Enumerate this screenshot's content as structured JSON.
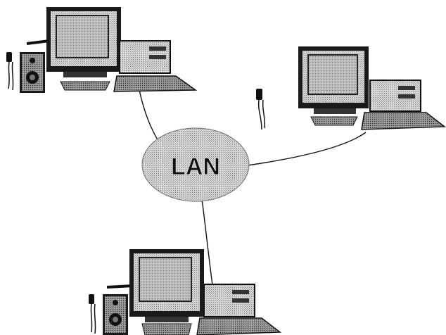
{
  "diagram": {
    "lan_label": "LAN",
    "nodes": [
      {
        "id": "workstation-top-left",
        "icon": "desktop-computer-with-speaker-and-microphone-icon"
      },
      {
        "id": "workstation-right",
        "icon": "desktop-computer-with-microphone-icon"
      },
      {
        "id": "workstation-bottom",
        "icon": "desktop-computer-with-speaker-and-microphone-icon"
      }
    ],
    "links": [
      {
        "from": "workstation-top-left",
        "to": "lan"
      },
      {
        "from": "workstation-right",
        "to": "lan"
      },
      {
        "from": "workstation-bottom",
        "to": "lan"
      }
    ],
    "colors": {
      "ink": "#111111",
      "halftone_light": "#d6d6d6",
      "halftone_dark": "#8a8a8a",
      "lan_fill": "#c8c8c8"
    }
  }
}
